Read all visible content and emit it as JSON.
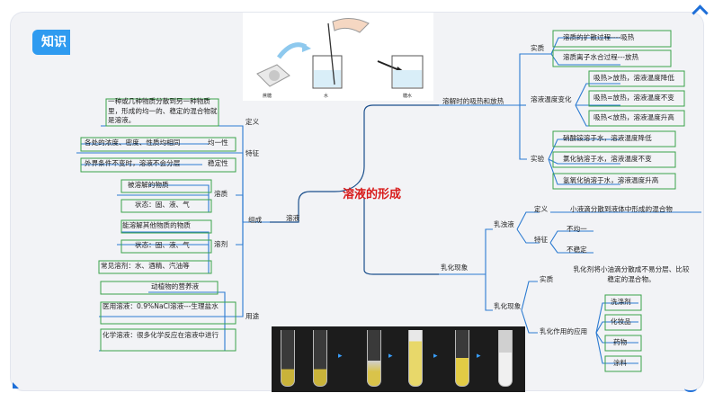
{
  "header": {
    "tab_label": "知识"
  },
  "center": {
    "title": "溶液的形成"
  },
  "left": {
    "branch_label": "溶液",
    "definition": {
      "label": "定义",
      "text": "一种或几种物质分散到另一种物质里，形成的均一的、稳定的混合物就是溶液。"
    },
    "features": {
      "label": "特征",
      "items": [
        {
          "label": "均一性",
          "text": "各处的浓度、密度、性质均相同"
        },
        {
          "label": "稳定性",
          "text": "外界条件不变时，溶液不会分层"
        }
      ]
    },
    "composition": {
      "label": "组成",
      "solute": {
        "label": "溶质",
        "texts": [
          "被溶解的物质",
          "状态：固、液、气"
        ]
      },
      "solvent": {
        "label": "溶剂",
        "texts": [
          "能溶解其他物质的物质",
          "状态：固、液、气",
          "常见溶剂：水、酒精、汽油等"
        ]
      }
    },
    "uses": {
      "label": "用途",
      "items": [
        "动植物的营养液",
        "医用溶液：0.9%NaCl溶液---生理盐水",
        "化学溶液：很多化学反应在溶液中进行"
      ]
    }
  },
  "right": {
    "heat": {
      "label": "溶解时的吸热和放热",
      "essence": {
        "label": "实质",
        "items": [
          "溶质的扩散过程----吸热",
          "溶质离子水合过程---放热"
        ]
      },
      "temp_change": {
        "label": "溶液温度变化",
        "items": [
          "吸热>放热，溶液温度降低",
          "吸热=放热，溶液温度不变",
          "吸热<放热，溶液温度升高"
        ]
      },
      "experiment": {
        "label": "实验",
        "items": [
          "硝酸铵溶于水，溶液温度降低",
          "氯化钠溶于水，溶液温度不变",
          "氢氧化钠溶于水，溶液温度升高"
        ]
      }
    },
    "emulsion": {
      "label": "乳化现象",
      "turbid": {
        "label": "乳浊液",
        "definition": {
          "label": "定义",
          "text": "小液滴分散到液体中形成的混合物"
        },
        "features": {
          "label": "特征",
          "items": [
            "不均一",
            "不稳定"
          ]
        }
      },
      "emulsify": {
        "label": "乳化现象",
        "essence": {
          "label": "实质",
          "text": "乳化剂将小油滴分散成不易分层、比较稳定的混合物。"
        },
        "application": {
          "label": "乳化作用的应用",
          "items": [
            "洗涤剂",
            "化妆品",
            "药物",
            "涂料"
          ]
        }
      }
    }
  },
  "illustration": {
    "labels": [
      "蔗糖",
      "水",
      "糖水"
    ]
  },
  "colors": {
    "line_dark": "#1b4f8c",
    "line_green": "#3aa34a",
    "title_red": "#d81b1b",
    "tab_blue": "#2f9bf0"
  }
}
